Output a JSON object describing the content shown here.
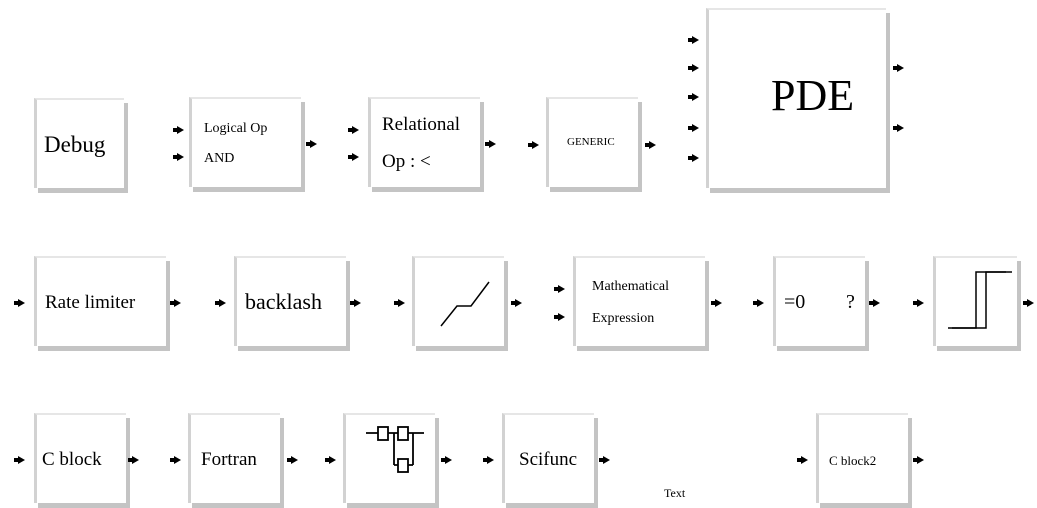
{
  "blocks": {
    "debug": "Debug",
    "logical_op_line1": "Logical Op",
    "logical_op_line2": "AND",
    "relational_op_line1": "Relational",
    "relational_op_line2": "Op : <",
    "generic": "GENERIC",
    "pde": "PDE",
    "rate_limiter": "Rate limiter",
    "backlash": "backlash",
    "math_expr_line1": "Mathematical",
    "math_expr_line2": "Expression",
    "zero_crossing_eq": "=0",
    "zero_crossing_q": "?",
    "c_block": "C block",
    "fortran": "Fortran",
    "scifunc": "Scifunc",
    "text": "Text",
    "c_block2": "C block2"
  },
  "icons": [
    "saturation-curve-icon",
    "hysteresis-step-icon",
    "super-block-icon"
  ]
}
